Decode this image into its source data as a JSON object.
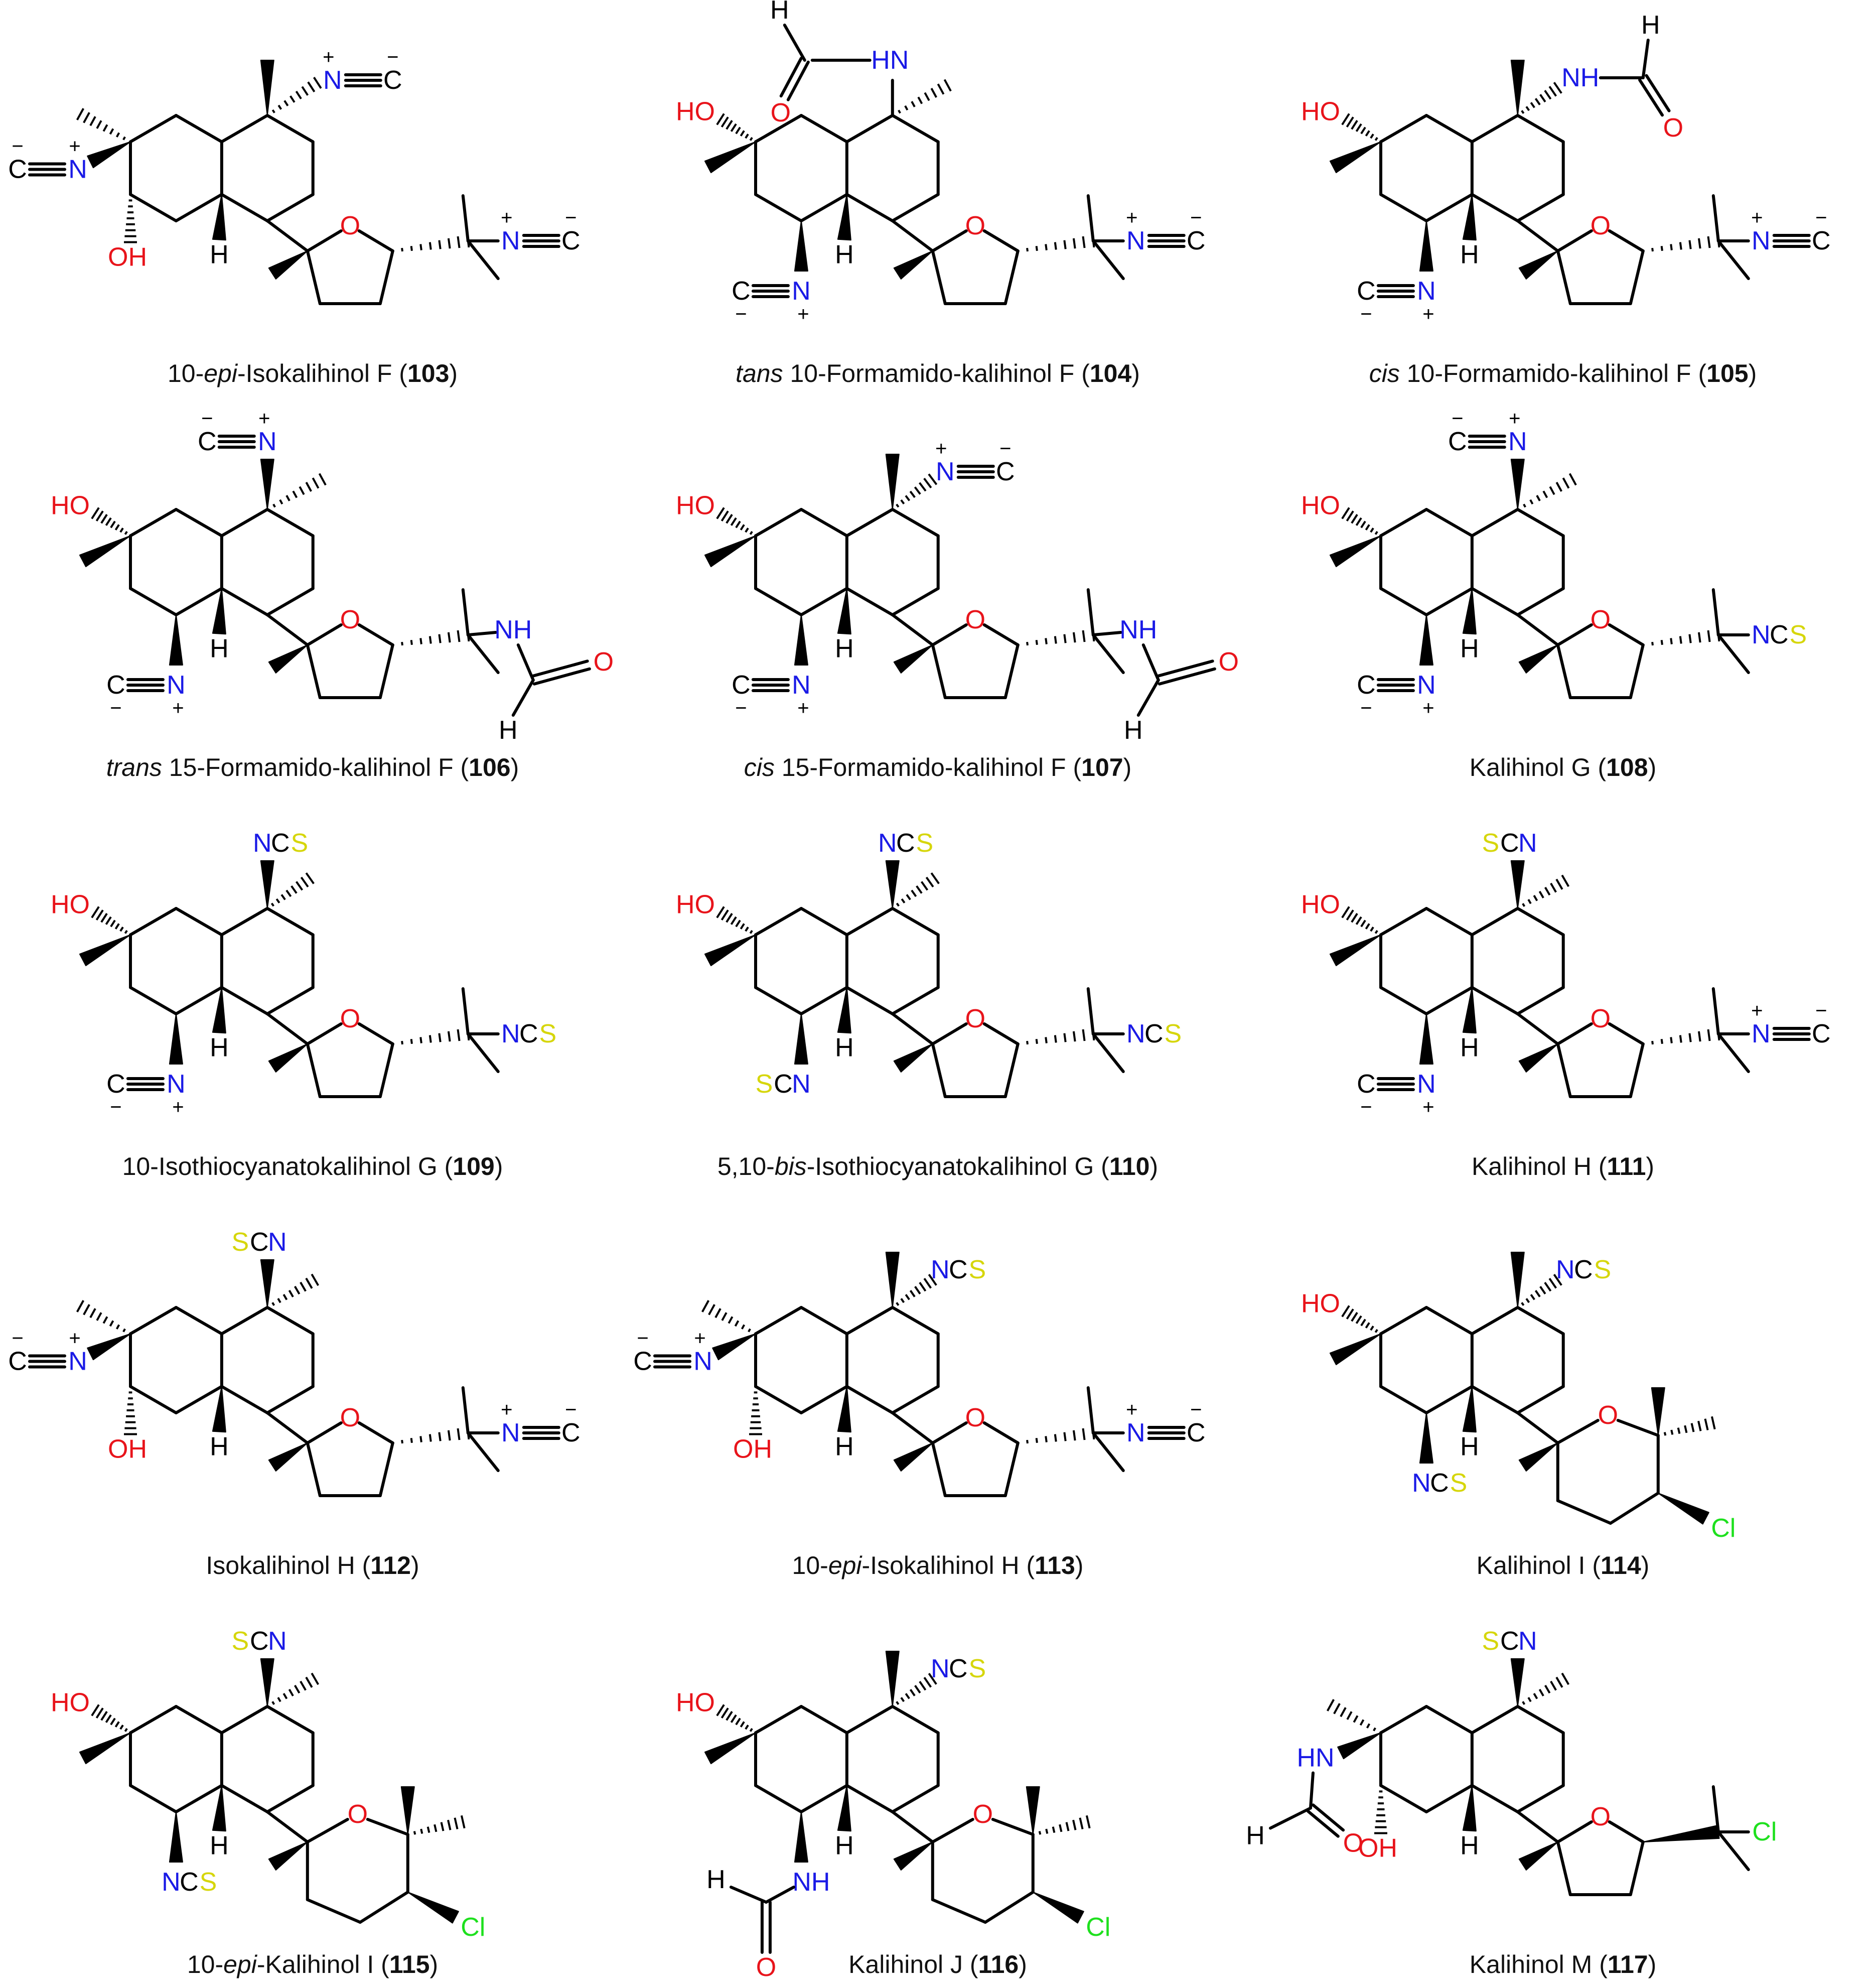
{
  "colors": {
    "bond": "#000000",
    "oxygen": "#e8141b",
    "nitrogen": "#1a1ae6",
    "sulfur": "#d6d60a",
    "chlorine": "#1ee01e",
    "carbon": "#000000"
  },
  "atom_labels": {
    "N": "N",
    "C": "C",
    "O": "O",
    "H": "H",
    "S": "S",
    "OH": "OH",
    "HO": "HO",
    "NH": "NH",
    "HN": "HN",
    "Cl": "Cl",
    "plus": "+",
    "minus": "−"
  },
  "compounds": [
    {
      "pre_italic": "",
      "italic": "",
      "name": "10-",
      "name_italic": "epi",
      "name_rest": "-Isokalihinol F (",
      "number": "103",
      "close": ")"
    },
    {
      "pre_italic": "tans",
      "italic": "",
      "name": " 10-Formamido-kalihinol F (",
      "name_italic": "",
      "name_rest": "",
      "number": "104",
      "close": ")"
    },
    {
      "pre_italic": "cis",
      "italic": "",
      "name": " 10-Formamido-kalihinol F (",
      "name_italic": "",
      "name_rest": "",
      "number": "105",
      "close": ")"
    },
    {
      "pre_italic": "trans",
      "italic": "",
      "name": " 15-Formamido-kalihinol F (",
      "name_italic": "",
      "name_rest": "",
      "number": "106",
      "close": ")"
    },
    {
      "pre_italic": "cis",
      "italic": "",
      "name": " 15-Formamido-kalihinol F (",
      "name_italic": "",
      "name_rest": "",
      "number": "107",
      "close": ")"
    },
    {
      "pre_italic": "",
      "italic": "",
      "name": "Kalihinol G (",
      "name_italic": "",
      "name_rest": "",
      "number": "108",
      "close": ")"
    },
    {
      "pre_italic": "",
      "italic": "",
      "name": "10-Isothiocyanatokalihinol G (",
      "name_italic": "",
      "name_rest": "",
      "number": "109",
      "close": ")"
    },
    {
      "pre_italic": "",
      "italic": "",
      "name": "5,10-",
      "name_italic": "bis",
      "name_rest": "-Isothiocyanatokalihinol G (",
      "number": "110",
      "close": ")"
    },
    {
      "pre_italic": "",
      "italic": "",
      "name": "Kalihinol H (",
      "name_italic": "",
      "name_rest": "",
      "number": "111",
      "close": ")"
    },
    {
      "pre_italic": "",
      "italic": "",
      "name": "Isokalihinol H (",
      "name_italic": "",
      "name_rest": "",
      "number": "112",
      "close": ")"
    },
    {
      "pre_italic": "",
      "italic": "",
      "name": "10-",
      "name_italic": "epi",
      "name_rest": "-Isokalihinol H (",
      "number": "113",
      "close": ")"
    },
    {
      "pre_italic": "",
      "italic": "",
      "name": "Kalihinol I (",
      "name_italic": "",
      "name_rest": "",
      "number": "114",
      "close": ")"
    },
    {
      "pre_italic": "",
      "italic": "",
      "name": "10-",
      "name_italic": "epi",
      "name_rest": "-Kalihinol I (",
      "number": "115",
      "close": ")"
    },
    {
      "pre_italic": "",
      "italic": "",
      "name": "Kalihinol J (",
      "name_italic": "",
      "name_rest": "",
      "number": "116",
      "close": ")"
    },
    {
      "pre_italic": "",
      "italic": "",
      "name": "Kalihinol M (",
      "name_italic": "",
      "name_rest": "",
      "number": "117",
      "close": ")"
    }
  ]
}
